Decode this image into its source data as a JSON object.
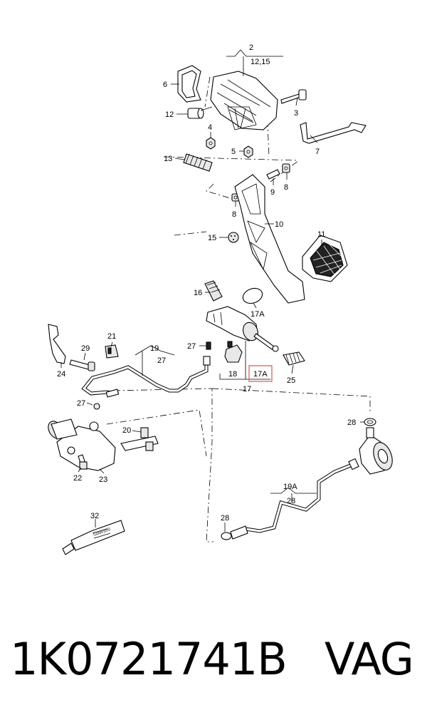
{
  "callouts": {
    "c2": "2",
    "c12_15": "12,15",
    "c6": "6",
    "c3": "3",
    "c12": "12",
    "c4": "4",
    "c5": "5",
    "c7": "7",
    "c13": "13",
    "c9": "9",
    "c8a": "8",
    "c8b": "8",
    "c10": "10",
    "c15": "15",
    "c11": "11",
    "c16": "16",
    "c17A_top": "17A",
    "c21": "21",
    "c29": "29",
    "c19": "19",
    "c27a": "27",
    "c27b": "27",
    "c24": "24",
    "c18": "18",
    "c17A_box": "17A",
    "c17": "17",
    "c25": "25",
    "c28a": "28",
    "c27c": "27",
    "c20": "20",
    "c22": "22",
    "c23": "23",
    "c19A": "19A",
    "c28b": "28",
    "c32": "32",
    "c28c": "28"
  },
  "footer": {
    "part_number": "1K0721741B",
    "brand": "VAG"
  },
  "colors": {
    "highlight": "#d9534f",
    "ink": "#000000"
  }
}
